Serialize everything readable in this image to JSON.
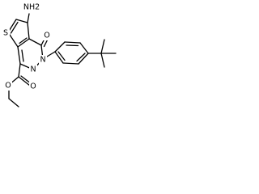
{
  "molecule": {
    "atom_labels": {
      "amine": "NH2",
      "ring_sulfur": "S",
      "carbonyl_oxygen_ring": "O",
      "ring_nitrogen_upper": "N",
      "ring_nitrogen_lower": "N",
      "ester_carbonyl_oxygen": "O",
      "ester_ether_oxygen": "O"
    }
  }
}
